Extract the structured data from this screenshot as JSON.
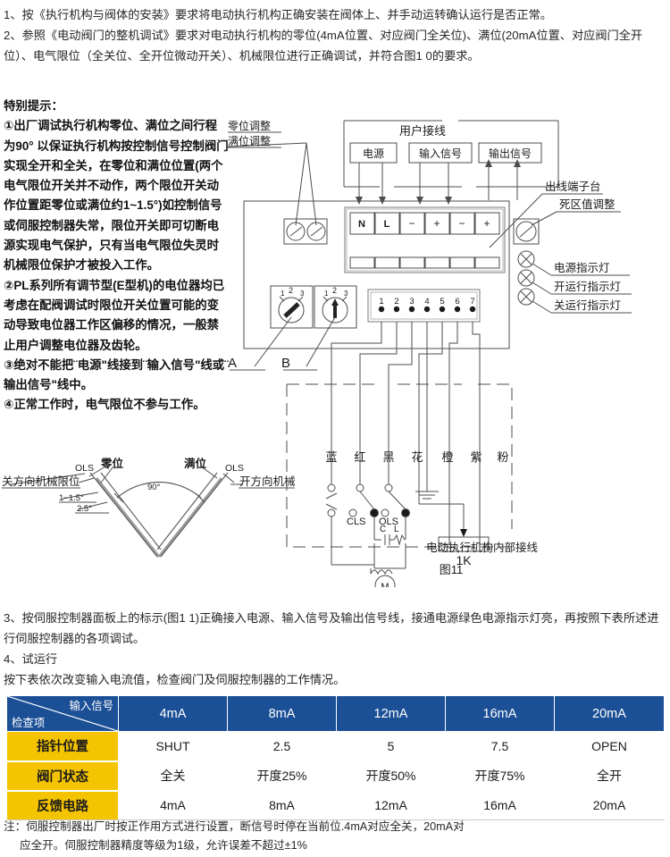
{
  "top_paragraphs": [
    "1、按《执行机构与阀体的安装》要求将电动执行机构正确安装在阀体上、并手动运转确认运行是否正常。",
    "2、参照《电动阀门的整机调试》要求对电动执行机构的零位(4mA位置、对应阀门全关位)、满位(20mA位置、对应阀门全开位）、电气限位（全关位、全开位微动开关）、机械限位进行正确调试，并符合图1 0的要求。"
  ],
  "notes": {
    "title": "特别提示：",
    "items": [
      "①出厂调试执行机构零位、满位之间行程为90°  以保证执行机构按控制信号控制阀门实现全开和全关，在零位和满位位置(两个电气限位开关并不动作，两个限位开关动作位置距零位或满位约1~1.5°)如控制信号或伺服控制器失常，限位开关即可切断电源实现电气保护，只有当电气限位失灵时机械限位保护才被投入工作。",
      "②PL系列所有调节型(E型机)的电位器均已考虑在配阀调试时限位开关位置可能的变动导致电位器工作区偏移的情况，一般禁止用户调整电位器及齿轮。",
      "③绝对不能把¨电源\"线接到¨输入信号\"线或¨输出信号\"线中。",
      "④正常工作时，电气限位不参与工作。"
    ]
  },
  "diagram": {
    "figure_caption": "图11",
    "user_wiring_title": "用户接线",
    "user_wiring_boxes": [
      "电源",
      "输入信号",
      "输出信号"
    ],
    "terminal_labels": [
      "N",
      "L",
      "−",
      "+",
      "−",
      "+"
    ],
    "left_callouts": [
      "零位调整",
      "满位调整"
    ],
    "right_callouts": [
      "出线端子台",
      "死区值调整",
      "电源指示灯",
      "开运行指示灯",
      "关运行指示灯"
    ],
    "rotary_switches": [
      {
        "name": "A",
        "positions": [
          "1",
          "2",
          "3"
        ]
      },
      {
        "name": "B",
        "positions": [
          "1",
          "2",
          "3"
        ]
      }
    ],
    "pin_numbers": [
      "1",
      "2",
      "3",
      "4",
      "5",
      "6",
      "7"
    ],
    "wire_colors": [
      "蓝",
      "红",
      "黑",
      "花",
      "橙",
      "紫",
      "粉"
    ],
    "switch_labels": [
      "CLS",
      "OLS"
    ],
    "component_labels": [
      "C",
      "L",
      "M",
      "1K"
    ],
    "internal_wiring_label": "电动执行机构内部接线"
  },
  "angle_figure": {
    "left_limit": "关方向机械限位",
    "right_limit": "开方向机械限位",
    "ols_left": "OLS",
    "ols_right": "OLS",
    "zero_pos": "零位",
    "full_pos": "满位",
    "angle": "90°",
    "tol_small": "1~1.5°",
    "tol_large": "2.5°"
  },
  "mid_paragraphs": [
    "3、按伺服控制器面板上的标示(图1 1)正确接入电源、输入信号及输出信号线，接通电源绿色电源指示灯亮，再按照下表所述进行伺服控制器的各项调试。",
    "4、试运行",
    "按下表依次改变输入电流值，检查阀门及伺服控制器的工作情况。"
  ],
  "table": {
    "corner_top_label": "输入信号",
    "corner_bottom_label": "检查项",
    "columns": [
      "4mA",
      "8mA",
      "12mA",
      "16mA",
      "20mA"
    ],
    "rows": [
      {
        "label": "指针位置",
        "values": [
          "SHUT",
          "2.5",
          "5",
          "7.5",
          "OPEN"
        ]
      },
      {
        "label": "阀门状态",
        "values": [
          "全关",
          "开度25%",
          "开度50%",
          "开度75%",
          "全开"
        ]
      },
      {
        "label": "反馈电路",
        "values": [
          "4mA",
          "8mA",
          "12mA",
          "16mA",
          "20mA"
        ]
      }
    ]
  },
  "footnote": [
    "注：伺服控制器出厂时按正作用方式进行设置，断信号时停在当前位.4mA对应全关，20mA对",
    "应全开。伺服控制器精度等级为1级，允许误差不超过±1%"
  ],
  "colors": {
    "table_header_blue": "#1b4f96",
    "table_rowhdr_yellow": "#f5c400",
    "line": "#4d4d4d"
  }
}
